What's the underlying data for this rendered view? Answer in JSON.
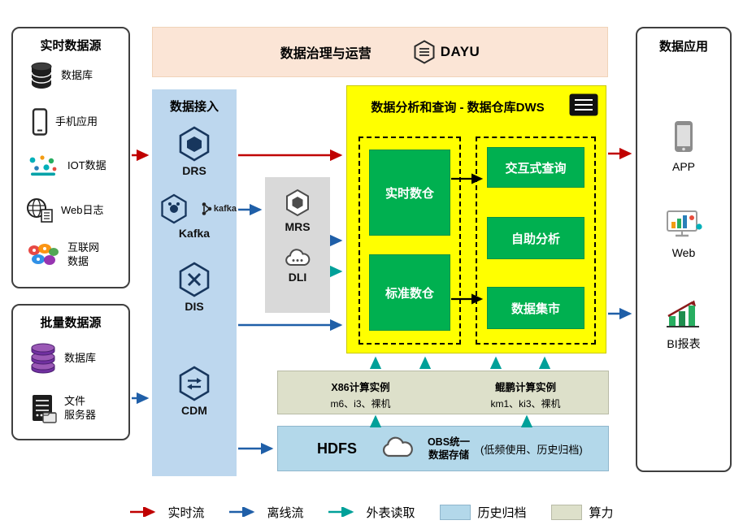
{
  "governance": {
    "title": "数据治理与运营",
    "logo_text": "DAYU"
  },
  "realtime_sources": {
    "title": "实时数据源",
    "items": [
      {
        "label": "数据库"
      },
      {
        "label": "手机应用"
      },
      {
        "label": "IOT数据"
      },
      {
        "label": "Web日志"
      },
      {
        "label": "互联网\n数据"
      }
    ]
  },
  "batch_sources": {
    "title": "批量数据源",
    "items": [
      {
        "label": "数据库"
      },
      {
        "label": "文件\n服务器"
      }
    ]
  },
  "ingestion": {
    "title": "数据接入",
    "items": [
      {
        "label": "DRS"
      },
      {
        "label": "Kafka",
        "logo_text": "kafka"
      },
      {
        "label": "DIS"
      },
      {
        "label": "CDM"
      }
    ]
  },
  "processing": {
    "items": [
      {
        "label": "MRS"
      },
      {
        "label": "DLI"
      }
    ]
  },
  "dws": {
    "title": "数据分析和查询 - 数据仓库DWS",
    "left_modules": [
      {
        "label": "实时数仓"
      },
      {
        "label": "标准数仓"
      }
    ],
    "right_modules": [
      {
        "label": "交互式查询"
      },
      {
        "label": "自助分析"
      },
      {
        "label": "数据集市"
      }
    ]
  },
  "compute": {
    "x86_title": "X86计算实例",
    "x86_spec": "m6、i3、裸机",
    "kunpeng_title": "鲲鹏计算实例",
    "kunpeng_spec": "km1、ki3、裸机"
  },
  "storage": {
    "hdfs_label": "HDFS",
    "obs_label": "OBS统一\n数据存储",
    "note": "(低频使用、历史归档)"
  },
  "applications": {
    "title": "数据应用",
    "items": [
      {
        "label": "APP"
      },
      {
        "label": "Web"
      },
      {
        "label": "BI报表"
      }
    ]
  },
  "legend": {
    "realtime": "实时流",
    "offline": "离线流",
    "external": "外表读取",
    "archive": "历史归档",
    "compute": "算力"
  },
  "colors": {
    "realtime_flow": "#c00000",
    "offline_flow": "#1f5fa8",
    "external_read": "#00a099",
    "dws_fill": "#ffff00",
    "module_fill": "#00b050",
    "archive_fill": "#b3d8ea",
    "compute_fill": "#dde0ca",
    "ingestion_fill": "#bdd7ee",
    "governance_fill": "#fbe5d6"
  }
}
